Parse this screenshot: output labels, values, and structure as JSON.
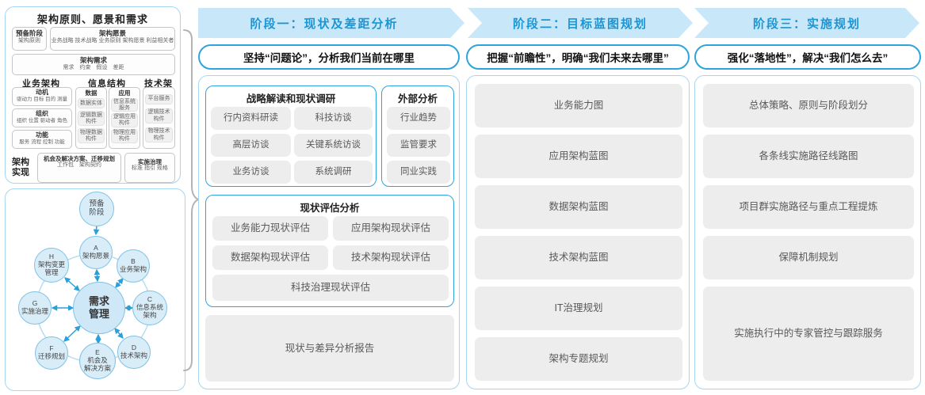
{
  "colors": {
    "accent_blue": "#2fa3dc",
    "band_bg": "#c8e7f8",
    "band_text": "#1b96d5",
    "panel_border": "#a5d6f0",
    "item_bg": "#ededed",
    "item_text": "#595959"
  },
  "left_panel": {
    "title": "架构原则、愿景和需求",
    "prep_title": "预备阶段",
    "prep_sub": "架构原则",
    "vision_title": "架构愿景",
    "vision_sub": "业务战略 技术战略 业务原则 架构愿景 利益相关者",
    "req_title": "架构需求",
    "req_sub": "需求　约束　假设　差距",
    "col_business": "业务架构",
    "col_info": "信息结构",
    "col_tech": "技术架构",
    "business_items": [
      {
        "t": "动机",
        "s": "驱动力 目标 目的 测量"
      },
      {
        "t": "组织",
        "s": "组织 位置 驱动者 角色"
      },
      {
        "t": "功能",
        "s": "服务 流程 控制 功能"
      }
    ],
    "info_data_title": "数据",
    "info_data_items": [
      "数据实体",
      "逻辑数据构件",
      "物理数据构件"
    ],
    "info_app_title": "应用",
    "info_app_items": [
      "信息系统服务",
      "逻辑应用构件",
      "物理应用构件"
    ],
    "tech_items": [
      "平台服务",
      "逻辑技术构件",
      "物理技术构件"
    ],
    "real_title": "架构实现",
    "real_items": [
      {
        "t": "机会及解决方案、迁移规划",
        "s": "工作包　架构契约"
      },
      {
        "t": "实施治理",
        "s": "标准 指引 规格"
      }
    ]
  },
  "wheel": {
    "prep": "预备\n阶段",
    "center": "需求\n管理",
    "nodes": [
      {
        "letter": "A",
        "name": "架构愿景"
      },
      {
        "letter": "B",
        "name": "业务架构"
      },
      {
        "letter": "C",
        "name": "信息系统\n架构"
      },
      {
        "letter": "D",
        "name": "技术架构"
      },
      {
        "letter": "E",
        "name": "机会及\n解决方案"
      },
      {
        "letter": "F",
        "name": "迁移规划"
      },
      {
        "letter": "G",
        "name": "实施治理"
      },
      {
        "letter": "H",
        "name": "架构变更\n管理"
      }
    ]
  },
  "phases": [
    {
      "header": "阶段一：现状及差距分析",
      "subtitle": "坚持“问题论”，分析我们当前在哪里",
      "group1": {
        "title": "战略解读和现状调研",
        "items": [
          "行内资料研读",
          "科技访谈",
          "高层访谈",
          "关键系统访谈",
          "业务访谈",
          "系统调研"
        ]
      },
      "group2": {
        "title": "外部分析",
        "items": [
          "行业趋势",
          "监管要求",
          "同业实践"
        ]
      },
      "group3": {
        "title": "现状评估分析",
        "items": [
          "业务能力现状评估",
          "应用架构现状评估",
          "数据架构现状评估",
          "技术架构现状评估",
          "科技治理现状评估"
        ]
      },
      "report": "现状与差异分析报告"
    },
    {
      "header": "阶段二：目标蓝图规划",
      "subtitle": "把握“前瞻性”，明确“我们未来去哪里”",
      "items": [
        "业务能力图",
        "应用架构蓝图",
        "数据架构蓝图",
        "技术架构蓝图",
        "IT治理规划",
        "架构专题规划"
      ]
    },
    {
      "header": "阶段三：实施规划",
      "subtitle": "强化“落地性”，解决“我们怎么去”",
      "items": [
        "总体策略、原则与阶段划分",
        "各条线实施路径线路图",
        "项目群实施路径与重点工程提炼",
        "保障机制规划",
        "实施执行中的专家管控与跟踪服务"
      ]
    }
  ]
}
